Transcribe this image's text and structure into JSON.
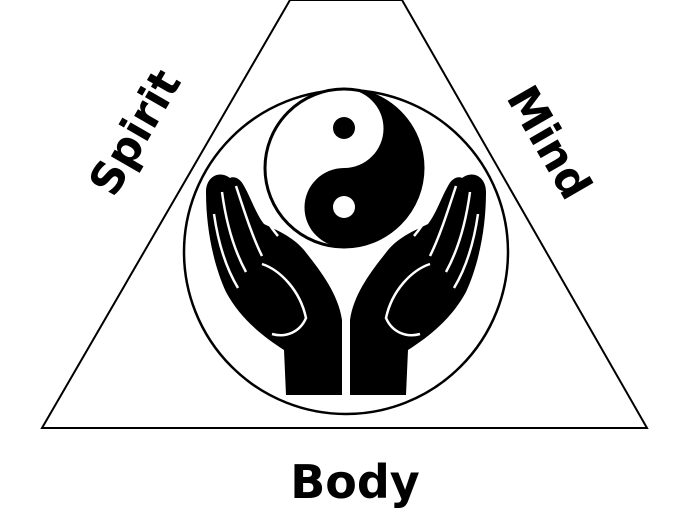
{
  "labels": {
    "left": "Spirit",
    "right": "Mind",
    "bottom": "Body"
  },
  "icons": {
    "center": "yin-yang-icon",
    "hands": "open-hands-icon"
  },
  "colors": {
    "ink": "#000000",
    "paper": "#ffffff"
  }
}
